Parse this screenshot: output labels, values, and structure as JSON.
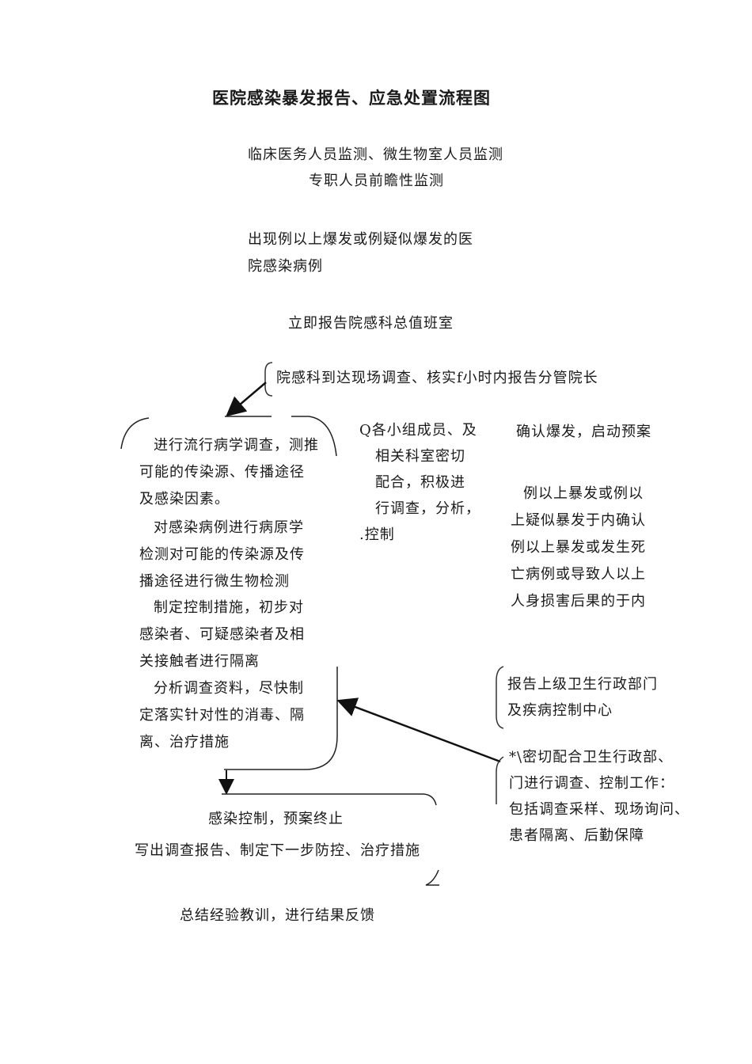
{
  "title": "医院感染暴发报告、应急处置流程图",
  "monitoring": {
    "line1": "临床医务人员监测、微生物室人员监测",
    "line2": "专职人员前瞻性监测"
  },
  "trigger": {
    "line1": "出现例以上爆发或例疑似爆发的医",
    "line2": "院感染病例"
  },
  "report_duty": "立即报告院感科总值班室",
  "on_site": "院感科到达现场调查、核实f小时内报告分管院长",
  "left_box": {
    "p1": [
      "进行流行病学调查，测推",
      "可能的传染源、传播途径",
      "及感染因素。"
    ],
    "p2": [
      "对感染病例进行病原学",
      "检测对可能的传染源及传",
      "播途径进行微生物检测"
    ],
    "p3": [
      "制定控制措施，初步对",
      "感染者、可疑感染者及相",
      "关接触者进行隔离"
    ],
    "p4": [
      "分析调查资料，尽快制",
      "定落实针对性的消毒、隔",
      "离、治疗措施"
    ]
  },
  "middle_box": [
    "Q各小组成员、及",
    "相关科室密切",
    "配合，积极进",
    "行调查，分析，",
    ".控制"
  ],
  "right_confirm": "确认爆发，启动预案",
  "right_criteria": [
    "例以上暴发或例以",
    "上疑似暴发于内确认",
    "例以上暴发或发生死",
    "亡病例或导致人以上",
    "人身损害后果的于内"
  ],
  "report_upper": [
    "报告上级卫生行政部门",
    "及疾病控制中心"
  ],
  "cooperate": [
    "*\\密切配合卫生行政部、",
    "门进行调查、控制工作：",
    "包括调查采样、现场询问、",
    "患者隔离、后勤保障"
  ],
  "end_control": "感染控制，预案终止",
  "write_report": "写出调查报告、制定下一步防控、治疗措施",
  "summary": "总结经验教训，进行结果反馈",
  "colors": {
    "text": "#1a1a1a",
    "line": "#222222",
    "background": "#ffffff"
  }
}
